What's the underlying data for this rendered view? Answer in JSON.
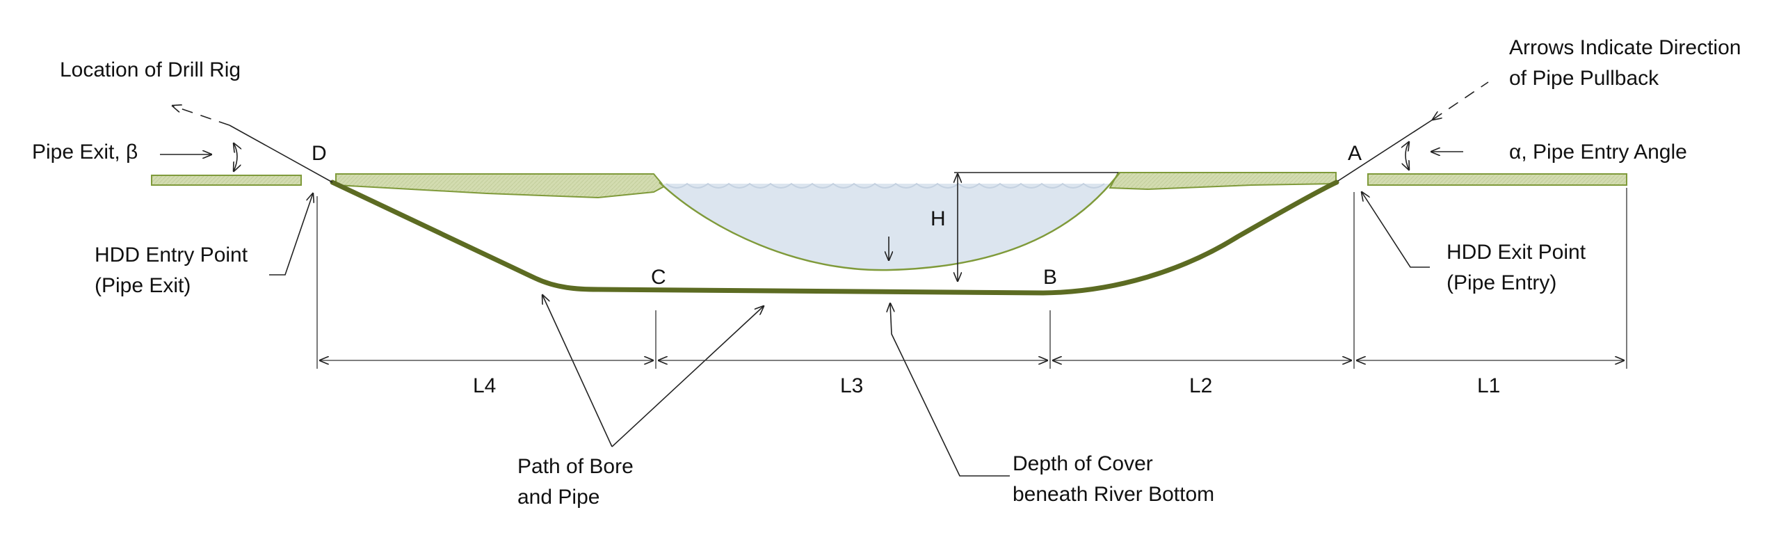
{
  "labels": {
    "drill_rig": "Location of Drill Rig",
    "pullback_line1": "Arrows Indicate Direction",
    "pullback_line2": "of Pipe Pullback",
    "pipe_exit_angle": "Pipe Exit, β",
    "pipe_entry_angle": "α, Pipe Entry Angle",
    "hdd_entry_line1": "HDD Entry Point",
    "hdd_entry_line2": "(Pipe Exit)",
    "hdd_exit_line1": "HDD Exit Point",
    "hdd_exit_line2": "(Pipe Entry)",
    "bore_path_line1": "Path of Bore",
    "bore_path_line2": "and Pipe",
    "cover_line1": "Depth of Cover",
    "cover_line2": "beneath River Bottom",
    "point_a": "A",
    "point_b": "B",
    "point_c": "C",
    "point_d": "D",
    "height": "H",
    "length_1": "L1",
    "length_2": "L2",
    "length_3": "L3",
    "length_4": "L4"
  },
  "colors": {
    "ground_fill": "#d3dcb0",
    "ground_stroke": "#7f9a3a",
    "water_fill": "#dce5ef",
    "water_stroke": "#7f9a3a",
    "pipe": "#5c6b22",
    "line": "#222222"
  }
}
